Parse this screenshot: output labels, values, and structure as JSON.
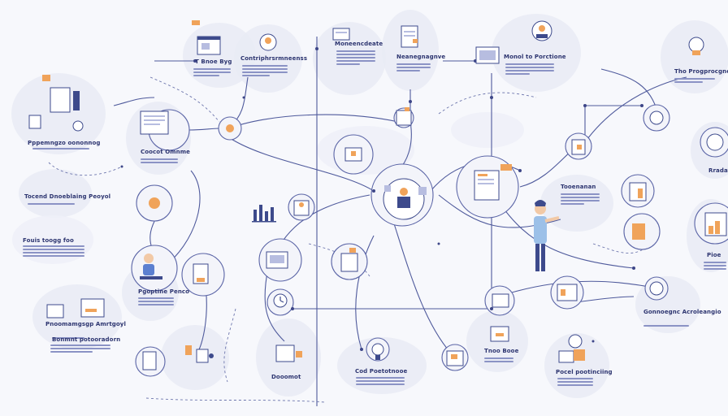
{
  "nodes": [
    {
      "id": "n1",
      "label": "T Bnoe Byg"
    },
    {
      "id": "n2",
      "label": "Contriphrsrmneenss"
    },
    {
      "id": "n3",
      "label": "Moneencdeate"
    },
    {
      "id": "n4",
      "label": "Neanegnagnve"
    },
    {
      "id": "n5",
      "label": "Monol to Porctione"
    },
    {
      "id": "n6",
      "label": "Tho Progprocgnep"
    },
    {
      "id": "n7",
      "label": "Pppemngzo oononnog"
    },
    {
      "id": "n8",
      "label": "Coocot Omnme"
    },
    {
      "id": "n9",
      "label": "Tocend Dnoeblaing Peoyol"
    },
    {
      "id": "n10",
      "label": "Fouis toogg foo"
    },
    {
      "id": "n11",
      "label": "Pgoptine Penco"
    },
    {
      "id": "n12",
      "label": "Pnoomamgsgp Amrtgoyl"
    },
    {
      "id": "n13",
      "label": "Bonmnt potooradorn"
    },
    {
      "id": "n14",
      "label": "Tooenanan"
    },
    {
      "id": "n15",
      "label": "Rraday"
    },
    {
      "id": "n16",
      "label": "Pioe"
    },
    {
      "id": "n17",
      "label": "Gonnoegnc Acroleangio"
    },
    {
      "id": "n18",
      "label": "Tnoo Booe"
    },
    {
      "id": "n19",
      "label": "Pocel pootinciing"
    },
    {
      "id": "n20",
      "label": "Cod Poetotnooe"
    },
    {
      "id": "n21",
      "label": "Dooomot"
    }
  ]
}
